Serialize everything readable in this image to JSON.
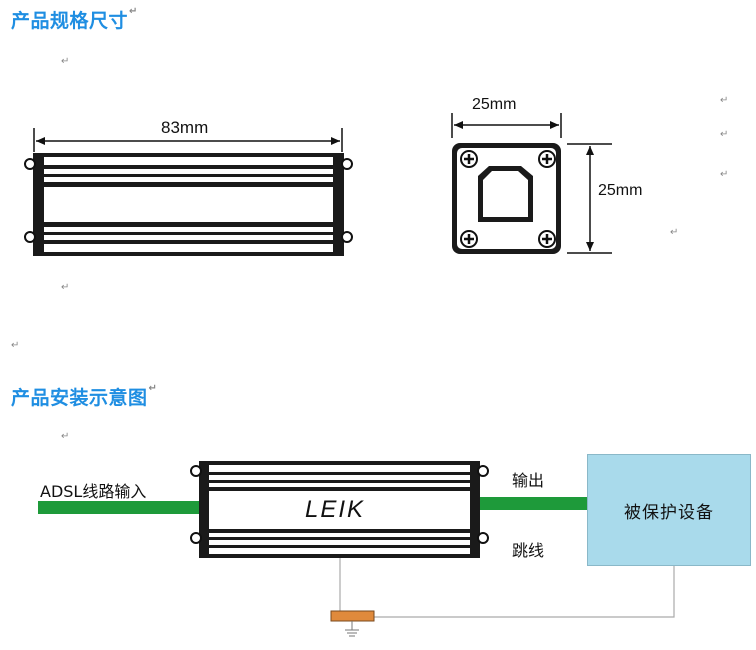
{
  "sections": {
    "specs_title": "产品规格尺寸",
    "install_title": "产品安装示意图"
  },
  "dimensions": {
    "length": "83mm",
    "width": "25mm",
    "height": "25mm"
  },
  "diagram": {
    "input_label": "ADSL线路输入",
    "output_label": "输出",
    "jumper_label": "跳线",
    "brand": "LEIK",
    "device_label": "被保护设备"
  },
  "paragraph_mark": "↵",
  "colors": {
    "heading": "#1f8ee2",
    "cable": "#1e9a3a",
    "device_box": "#a9daeb",
    "ground_block": "#e08a3c"
  }
}
